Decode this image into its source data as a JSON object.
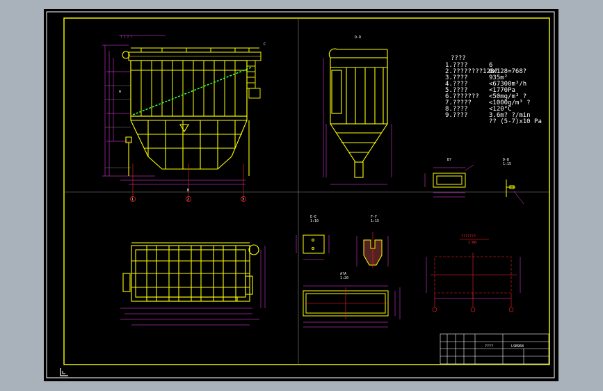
{
  "spec": {
    "heading": "????",
    "rows": [
      {
        "label": "1.????",
        "value": "6"
      },
      {
        "label": "2.????????128?",
        "value": "6x128=768?"
      },
      {
        "label": "3.????",
        "value": "935m²"
      },
      {
        "label": "4.????",
        "value": "<67300m³/h"
      },
      {
        "label": "5.????",
        "value": "<1770Pa"
      },
      {
        "label": "6.???????",
        "value": "<50mg/m³ ?"
      },
      {
        "label": "7.?????",
        "value": "<1000g/m³ ?"
      },
      {
        "label": "8.????",
        "value": "<120°C"
      },
      {
        "label": "9.????",
        "value": "3.6m? ?/min"
      },
      {
        "label": "",
        "value": "?? (5-7)x10   Pa"
      }
    ]
  },
  "views": {
    "top_left": {
      "top_tag": "? ? ? ?",
      "section_a": "A",
      "section_b": "B",
      "section_c": "C"
    },
    "side": {
      "title": "D-D"
    },
    "small1": {
      "title": "B?",
      "sub": ""
    },
    "small2": {
      "title": "D-D",
      "sub": "1:15"
    },
    "e_e": {
      "title": "E-E",
      "sub": "1:10"
    },
    "f_f": {
      "title": "F-F",
      "sub": "1:15"
    },
    "hopper_section": {
      "title": "A?A",
      "sub": "1:20"
    },
    "foundation": {
      "title": "???????",
      "sub": "1:60"
    }
  },
  "axes": [
    "1",
    "2",
    "3"
  ],
  "title_block": {
    "name": "????",
    "code": "LSB968"
  },
  "colors": {
    "frame": "#ffff00",
    "dimension": "#ff40ff",
    "steel": "#ffff00",
    "center_line": "#ff2020",
    "diagonal": "#33ff33",
    "text": "#ffffff"
  }
}
